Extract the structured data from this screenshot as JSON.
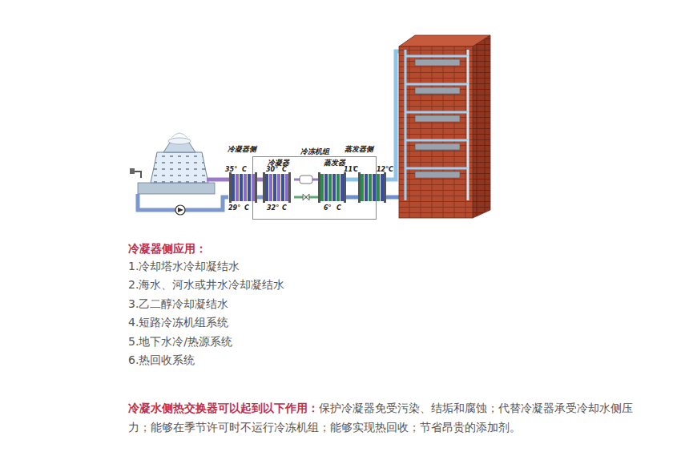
{
  "diagram": {
    "nodes": [
      {
        "text": [
          "冷冻机组"
        ]
      },
      {
        "text": [
          "冷凝器"
        ],
        "in": 0
      },
      {
        "text": [
          "蒸发器"
        ],
        "in": 0
      }
    ],
    "edges": [
      {
        "from": 1,
        "to": 2,
        "arrow": "none"
      },
      {
        "from": 2,
        "to": 1,
        "arrow": "none"
      }
    ],
    "labels": [
      "冷凝器侧",
      "蒸发器侧",
      "35°",
      "C",
      "30°",
      "C",
      "11°",
      "C",
      "12°",
      "C",
      "29°",
      "C",
      "32°",
      "C",
      "6°",
      "C",
      "冷凝器侧应用：",
      "1.冷却塔水冷却凝结水",
      "2.海水、河水或井水冷却凝结水",
      "3.乙二醇冷却凝结水",
      "4.短路冷冻机组系统",
      "5.地下水冷/热源系统",
      "6.热回收系统",
      "冷凝水侧热交换器可以起到以下作用：",
      "保护冷凝器免受污染、结垢和腐蚀；代替冷凝器承受冷却水侧压力；能够在季节许可时不运行冷冻机组；能够实现热回收；节省昂贵的添加剂。"
    ]
  }
}
